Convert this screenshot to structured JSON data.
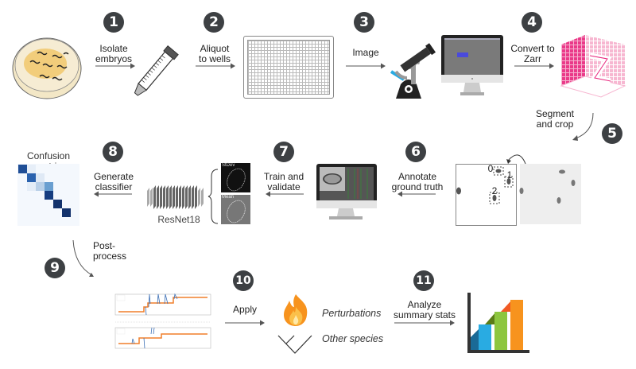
{
  "steps": [
    {
      "number": "1",
      "label": "Isolate embryos"
    },
    {
      "number": "2",
      "label": "Aliquot to wells"
    },
    {
      "number": "3",
      "label": "Image"
    },
    {
      "number": "4",
      "label": "Convert to Zarr"
    },
    {
      "number": "5",
      "label": "Segment and crop"
    },
    {
      "number": "6",
      "label": "Annotate ground truth"
    },
    {
      "number": "7",
      "label": "Train and validate"
    },
    {
      "number": "8",
      "label": "Generate classifier"
    },
    {
      "number": "9",
      "label": "Post-process"
    },
    {
      "number": "10",
      "label": "Apply"
    },
    {
      "number": "11",
      "label": "Analyze summary stats"
    }
  ],
  "labels": {
    "isolate_1": "Isolate",
    "isolate_2": "embryos",
    "aliquot_1": "Aliquot",
    "aliquot_2": "to wells",
    "image": "Image",
    "convert_1": "Convert to",
    "convert_2": "Zarr",
    "segment_1": "Segment",
    "segment_2": "and crop",
    "annotate_1": "Annotate",
    "annotate_2": "ground truth",
    "train_1": "Train and",
    "train_2": "validate",
    "generate_1": "Generate",
    "generate_2": "classifier",
    "post_1": "Post-",
    "post_2": "process",
    "apply": "Apply",
    "analyze_1": "Analyze",
    "analyze_2": "summary stats",
    "confusion_matrix": "Confusion matrix",
    "resnet": "ResNet18",
    "stdev": "StDev",
    "mean": "Mean",
    "perturbations": "Perturbations",
    "other_species": "Other species",
    "crop_ids": [
      "0",
      "1",
      "2"
    ]
  },
  "colors": {
    "badge": "#3d4043",
    "arrow": "#555555",
    "zarr_pink": "#e8247c",
    "bar_blue": "#29abe2",
    "bar_green": "#8dc63f",
    "bar_orange": "#f7931e"
  }
}
